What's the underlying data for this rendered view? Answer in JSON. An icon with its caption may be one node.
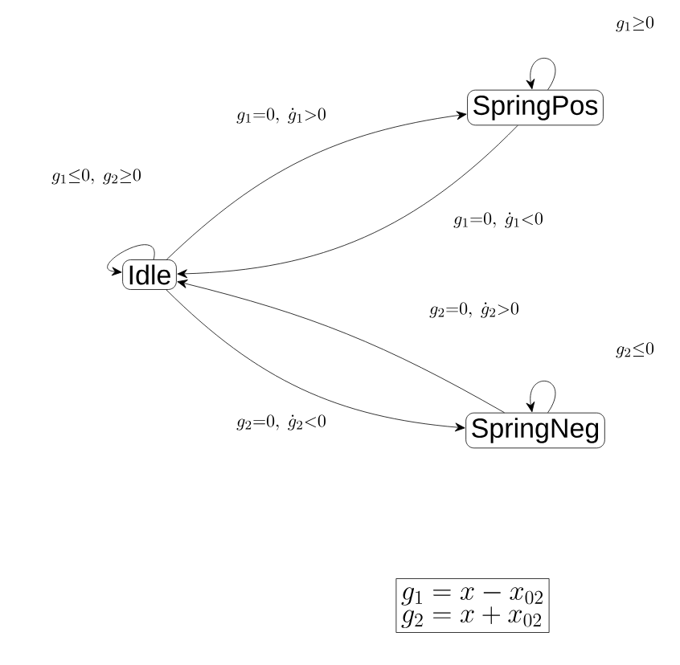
{
  "diagram": {
    "nodes": [
      {
        "text": [
          "Idle"
        ]
      },
      {
        "text": [
          "SpringPos"
        ]
      },
      {
        "text": [
          "SpringNeg"
        ]
      },
      {
        "text": [
          "g_1 = x - x_{02}",
          "g_2 = x + x_{02}"
        ]
      }
    ],
    "edges": [
      {
        "from": 0,
        "to": 0,
        "arrow": "to",
        "label": "g_1{\\leq}0,\\ g_2{\\geq}0"
      },
      {
        "from": 0,
        "to": 1,
        "arrow": "to",
        "label": "g_1{=}0,\\ \\dot{g}_1{>}0"
      },
      {
        "from": 1,
        "to": 1,
        "arrow": "to",
        "label": "g_1{\\geq}0"
      },
      {
        "from": 1,
        "to": 0,
        "arrow": "to",
        "label": "g_1{=}0,\\ \\dot{g}_1{<}0"
      },
      {
        "from": 2,
        "to": 0,
        "arrow": "to",
        "label": "g_2{=}0,\\ \\dot{g}_2{>}0"
      },
      {
        "from": 2,
        "to": 2,
        "arrow": "to",
        "label": "g_2{\\leq}0"
      },
      {
        "from": 0,
        "to": 2,
        "arrow": "to",
        "label": "g_2{=}0,\\ \\dot{g}_2{<}0"
      }
    ]
  }
}
